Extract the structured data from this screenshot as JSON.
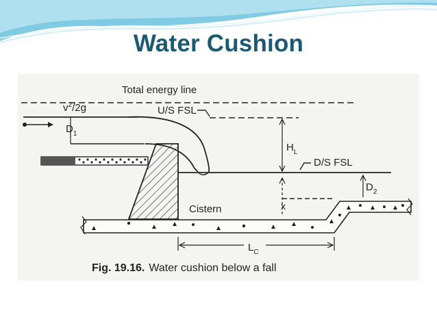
{
  "slide": {
    "title": "Water Cushion",
    "accent_color": "#1b5a72",
    "wave_color": "#6fc3df"
  },
  "figure": {
    "labels": {
      "energy_line": "Total energy line",
      "velocity_head_base": "v",
      "velocity_head_exp": "2",
      "velocity_head_rest": "/2g",
      "us_fsl": "U/S FSL",
      "d1_main": "D",
      "d1_sub": "1",
      "hl_main": "H",
      "hl_sub": "L",
      "ds_fsl": "D/S FSL",
      "d2_main": "D",
      "d2_sub": "2",
      "x": "x",
      "cistern": "Cistern",
      "lc_main": "L",
      "lc_sub": "C"
    },
    "caption_number": "Fig. 19.16.",
    "caption_text": "Water cushion below a fall"
  }
}
